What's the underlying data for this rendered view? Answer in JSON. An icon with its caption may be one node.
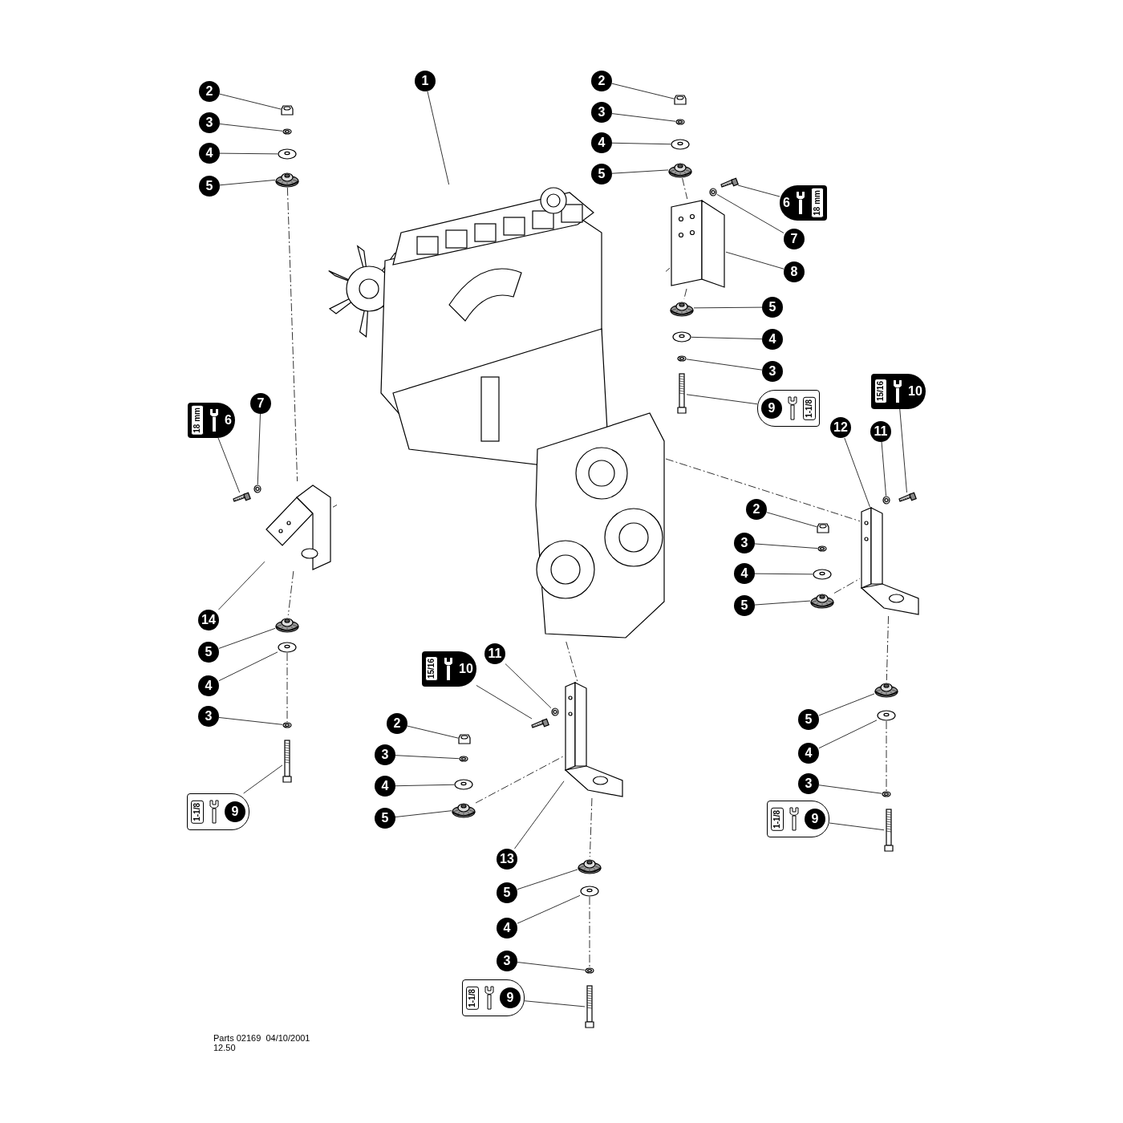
{
  "diagram": {
    "nodes": [
      {
        "text": [
          "1"
        ]
      },
      {
        "text": [
          "2"
        ]
      },
      {
        "text": [
          "3"
        ]
      },
      {
        "text": [
          "4"
        ]
      },
      {
        "text": [
          "5"
        ]
      },
      {
        "text": [
          "2"
        ]
      },
      {
        "text": [
          "3"
        ]
      },
      {
        "text": [
          "4"
        ]
      },
      {
        "text": [
          "5"
        ]
      },
      {
        "text": [
          "6",
          "18 mm"
        ]
      },
      {
        "text": [
          "7"
        ]
      },
      {
        "text": [
          "8"
        ]
      },
      {
        "text": [
          "5"
        ]
      },
      {
        "text": [
          "4"
        ]
      },
      {
        "text": [
          "3"
        ]
      },
      {
        "text": [
          "9",
          "1-1/8"
        ]
      },
      {
        "text": [
          "6",
          "18 mm"
        ]
      },
      {
        "text": [
          "7"
        ]
      },
      {
        "text": [
          "10",
          "15/16"
        ]
      },
      {
        "text": [
          "12"
        ]
      },
      {
        "text": [
          "11"
        ]
      },
      {
        "text": [
          "2"
        ]
      },
      {
        "text": [
          "3"
        ]
      },
      {
        "text": [
          "4"
        ]
      },
      {
        "text": [
          "5"
        ]
      },
      {
        "text": [
          "14"
        ]
      },
      {
        "text": [
          "5"
        ]
      },
      {
        "text": [
          "4"
        ]
      },
      {
        "text": [
          "3"
        ]
      },
      {
        "text": [
          "10",
          "15/16"
        ]
      },
      {
        "text": [
          "11"
        ]
      },
      {
        "text": [
          "5"
        ]
      },
      {
        "text": [
          "4"
        ]
      },
      {
        "text": [
          "3"
        ]
      },
      {
        "text": [
          "9",
          "1-1/8"
        ]
      },
      {
        "text": [
          "2"
        ]
      },
      {
        "text": [
          "3"
        ]
      },
      {
        "text": [
          "4"
        ]
      },
      {
        "text": [
          "5"
        ]
      },
      {
        "text": [
          "9",
          "1-1/8"
        ]
      },
      {
        "text": [
          "13"
        ]
      },
      {
        "text": [
          "5"
        ]
      },
      {
        "text": [
          "4"
        ]
      },
      {
        "text": [
          "3"
        ]
      },
      {
        "text": [
          "9",
          "1-1/8"
        ]
      },
      {
        "text": [],
        "shape": "picture"
      },
      {
        "text": [],
        "shape": "picture"
      },
      {
        "text": [],
        "shape": "picture"
      },
      {
        "text": [],
        "shape": "picture"
      },
      {
        "text": [],
        "shape": "picture"
      },
      {
        "text": [],
        "shape": "picture"
      },
      {
        "text": [],
        "shape": "picture"
      },
      {
        "text": [],
        "shape": "picture"
      },
      {
        "text": [],
        "shape": "picture"
      },
      {
        "text": [],
        "shape": "picture"
      },
      {
        "text": [],
        "shape": "picture"
      },
      {
        "text": [],
        "shape": "picture"
      },
      {
        "text": [],
        "shape": "picture"
      },
      {
        "text": [],
        "shape": "picture"
      },
      {
        "text": [],
        "shape": "picture"
      },
      {
        "text": [],
        "shape": "picture"
      },
      {
        "text": [],
        "shape": "picture"
      },
      {
        "text": [],
        "shape": "picture"
      },
      {
        "text": [],
        "shape": "picture"
      },
      {
        "text": [],
        "shape": "picture"
      },
      {
        "text": [],
        "shape": "picture"
      },
      {
        "text": [],
        "shape": "picture"
      },
      {
        "text": [],
        "shape": "picture"
      },
      {
        "text": [],
        "shape": "picture"
      },
      {
        "text": [],
        "shape": "picture"
      },
      {
        "text": [],
        "shape": "picture"
      },
      {
        "text": [],
        "shape": "picture"
      },
      {
        "text": [],
        "shape": "picture"
      },
      {
        "text": [],
        "shape": "picture"
      },
      {
        "text": [],
        "shape": "picture"
      },
      {
        "text": [],
        "shape": "picture"
      },
      {
        "text": [],
        "shape": "picture"
      },
      {
        "text": [],
        "shape": "picture"
      },
      {
        "text": [],
        "shape": "picture"
      },
      {
        "text": [],
        "shape": "picture"
      },
      {
        "text": [],
        "shape": "picture"
      },
      {
        "text": [],
        "shape": "picture"
      },
      {
        "text": [],
        "shape": "picture"
      },
      {
        "text": [],
        "shape": "picture"
      },
      {
        "text": [],
        "shape": "picture"
      },
      {
        "text": [],
        "shape": "picture"
      },
      {
        "text": [],
        "shape": "picture"
      },
      {
        "text": [],
        "shape": "picture"
      },
      {
        "text": [],
        "shape": "picture"
      },
      {
        "text": [],
        "shape": "picture"
      }
    ],
    "edges": [
      {
        "from": 0,
        "to": 45,
        "arrow": "none"
      },
      {
        "from": 1,
        "to": 46,
        "arrow": "none"
      },
      {
        "from": 2,
        "to": 47,
        "arrow": "none"
      },
      {
        "from": 3,
        "to": 48,
        "arrow": "none"
      },
      {
        "from": 4,
        "to": 49,
        "arrow": "none"
      },
      {
        "from": 5,
        "to": 50,
        "arrow": "none"
      },
      {
        "from": 6,
        "to": 51,
        "arrow": "none"
      },
      {
        "from": 7,
        "to": 52,
        "arrow": "none"
      },
      {
        "from": 8,
        "to": 53,
        "arrow": "none"
      },
      {
        "from": 9,
        "to": 54,
        "arrow": "none"
      },
      {
        "from": 10,
        "to": 55,
        "arrow": "none"
      },
      {
        "from": 11,
        "to": 56,
        "arrow": "none"
      },
      {
        "from": 12,
        "to": 57,
        "arrow": "none"
      },
      {
        "from": 13,
        "to": 58,
        "arrow": "none"
      },
      {
        "from": 14,
        "to": 59,
        "arrow": "none"
      },
      {
        "from": 15,
        "to": 60,
        "arrow": "none"
      },
      {
        "from": 16,
        "to": 61,
        "arrow": "none"
      },
      {
        "from": 17,
        "to": 62,
        "arrow": "none"
      },
      {
        "from": 18,
        "to": 68,
        "arrow": "none"
      },
      {
        "from": 19,
        "to": 70,
        "arrow": "none"
      },
      {
        "from": 20,
        "to": 69,
        "arrow": "none"
      },
      {
        "from": 21,
        "to": 71,
        "arrow": "none"
      },
      {
        "from": 22,
        "to": 72,
        "arrow": "none"
      },
      {
        "from": 23,
        "to": 73,
        "arrow": "none"
      },
      {
        "from": 24,
        "to": 74,
        "arrow": "none"
      },
      {
        "from": 25,
        "to": 63,
        "arrow": "none"
      },
      {
        "from": 26,
        "to": 64,
        "arrow": "none"
      },
      {
        "from": 27,
        "to": 65,
        "arrow": "none"
      },
      {
        "from": 28,
        "to": 66,
        "arrow": "none"
      },
      {
        "from": 29,
        "to": 75,
        "arrow": "none"
      },
      {
        "from": 30,
        "to": 76,
        "arrow": "none"
      },
      {
        "from": 31,
        "to": 82,
        "arrow": "none"
      },
      {
        "from": 32,
        "to": 83,
        "arrow": "none"
      },
      {
        "from": 33,
        "to": 84,
        "arrow": "none"
      },
      {
        "from": 34,
        "to": 67,
        "arrow": "none"
      },
      {
        "from": 35,
        "to": 78,
        "arrow": "none"
      },
      {
        "from": 36,
        "to": 79,
        "arrow": "none"
      },
      {
        "from": 37,
        "to": 80,
        "arrow": "none"
      },
      {
        "from": 38,
        "to": 81,
        "arrow": "none"
      },
      {
        "from": 39,
        "to": 85,
        "arrow": "none"
      },
      {
        "from": 40,
        "to": 77,
        "arrow": "none"
      },
      {
        "from": 41,
        "to": 86,
        "arrow": "none"
      },
      {
        "from": 42,
        "to": 87,
        "arrow": "none"
      },
      {
        "from": 43,
        "to": 88,
        "arrow": "none"
      },
      {
        "from": 44,
        "to": 89,
        "arrow": "none"
      },
      {
        "from": 49,
        "to": 63,
        "arrow": "none",
        "style": "dashed"
      },
      {
        "from": 63,
        "to": 64,
        "arrow": "none",
        "style": "dashed"
      },
      {
        "from": 65,
        "to": 66,
        "arrow": "none",
        "style": "dashed"
      },
      {
        "from": 53,
        "to": 56,
        "arrow": "none",
        "style": "dashed"
      },
      {
        "from": 56,
        "to": 57,
        "arrow": "none",
        "style": "dashed"
      },
      {
        "from": 74,
        "to": 70,
        "arrow": "none",
        "style": "dashed"
      },
      {
        "from": 70,
        "to": 82,
        "arrow": "none",
        "style": "dashed"
      },
      {
        "from": 83,
        "to": 84,
        "arrow": "none",
        "style": "dashed"
      },
      {
        "from": 81,
        "to": 77,
        "arrow": "none",
        "style": "dashed"
      },
      {
        "from": 77,
        "to": 86,
        "arrow": "none",
        "style": "dashed"
      },
      {
        "from": 87,
        "to": 88,
        "arrow": "none",
        "style": "dashed"
      },
      {
        "from": 45,
        "to": 63,
        "arrow": "none",
        "style": "dashed"
      },
      {
        "from": 45,
        "to": 56,
        "arrow": "none",
        "style": "dashed"
      },
      {
        "from": 45,
        "to": 70,
        "arrow": "none",
        "style": "dashed"
      },
      {
        "from": 45,
        "to": 77,
        "arrow": "none",
        "style": "dashed"
      }
    ],
    "labels": [
      "Parts 02169  04/10/2001",
      "12.50"
    ]
  }
}
